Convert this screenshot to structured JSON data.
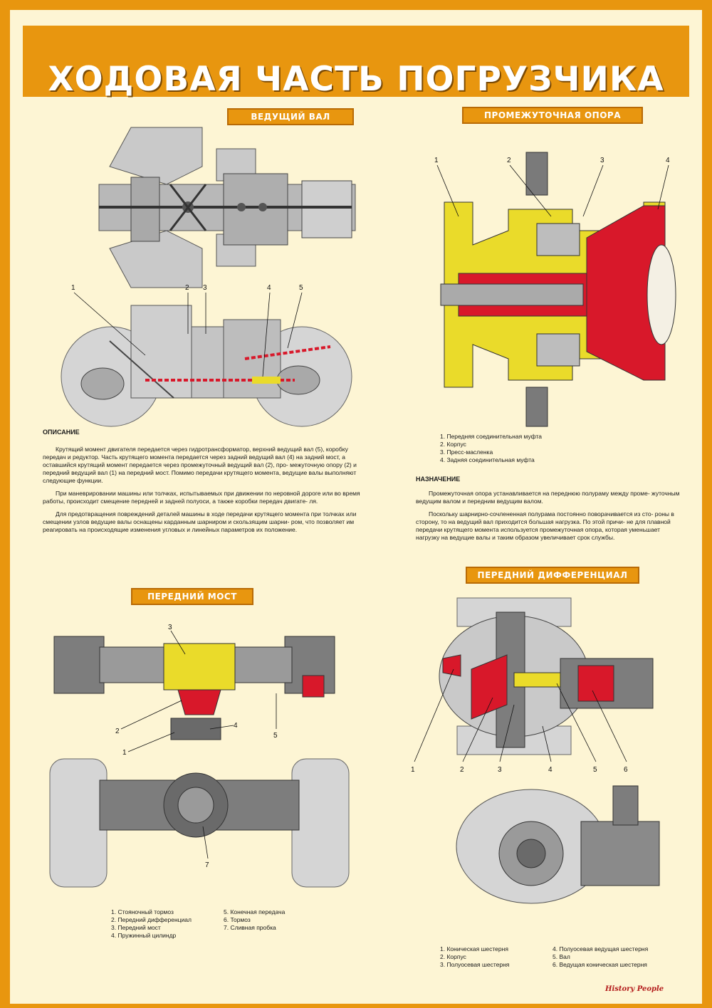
{
  "title": "ХОДОВАЯ ЧАСТЬ ПОГРУЗЧИКА",
  "sections": {
    "drive_shaft": {
      "label": "ВЕДУЩИЙ ВАЛ",
      "callouts": [
        "1",
        "2",
        "3",
        "4",
        "5"
      ]
    },
    "intermediate_support": {
      "label": "ПРОМЕЖУТОЧНАЯ ОПОРА",
      "callouts": [
        "1",
        "2",
        "3",
        "4"
      ],
      "legend": [
        "1. Передняя соединительная муфта",
        "2. Корпус",
        "3. Пресс-масленка",
        "4. Задняя соединительная муфта"
      ],
      "purpose_heading": "НАЗНАЧЕНИЕ",
      "purpose_paragraphs": [
        "Промежуточная опора устанавливается на переднюю полураму между проме- жуточным ведущим валом и передним ведущим валом.",
        "Поскольку шарнирно-сочлененная полурама постоянно поворачивается из сто- роны в сторону, то на ведущий вал приходится большая нагрузка. По этой причи- не для плавной передачи крутящего момента используется промежуточная опора, которая уменьшает нагрузку на ведущие валы и таким образом увеличивает срок службы."
      ]
    },
    "description": {
      "heading": "ОПИСАНИЕ",
      "paragraphs": [
        "Крутящий момент двигателя передается через гидротрансформатор, верхний ведущий вал (5), коробку передач и редуктор. Часть крутящего момента передается через задний ведущий вал (4) на задний мост, а оставшийся крутящий момент передается через промежуточный ведущий вал (2), про- межуточную опору (2) и передний ведущий вал (1) на передний мост. Помимо передачи крутящего момента, ведущие валы выполняют следующие функции.",
        "При маневрировании машины или толчках, испытываемых при движении по неровной дороге или во время работы, происходит смещение передней и задней полуоси, а также коробки передач двигате- ля.",
        "Для предотвращения повреждений деталей машины в ходе передачи крутящего момента при толчках или смещении узлов ведущие валы оснащены карданным шарниром и скользящим шарни- ром, что позволяет им реагировать на происходящие изменения угловых и линейных параметров их положение."
      ]
    },
    "front_axle": {
      "label": "ПЕРЕДНИЙ МОСТ",
      "callouts": [
        "1",
        "2",
        "3",
        "4",
        "5",
        "7"
      ],
      "legend_left": [
        "1. Стояночный тормоз",
        "2. Передний дифференциал",
        "3. Передний мост",
        "4. Пружинный цилиндр"
      ],
      "legend_right": [
        "5. Конечная передача",
        "6. Тормоз",
        "7. Сливная пробка"
      ]
    },
    "front_differential": {
      "label": "ПЕРЕДНИЙ ДИФФЕРЕНЦИАЛ",
      "callouts": [
        "1",
        "2",
        "3",
        "4",
        "5",
        "6"
      ],
      "legend_left": [
        "1. Коническая шестерня",
        "2. Корпус",
        "3. Полуосевая шестерня"
      ],
      "legend_right": [
        "4. Полуосевая ведущая шестерня",
        "5. Вал",
        "6. Ведущая коническая шестерня"
      ]
    }
  },
  "footer": {
    "brand": "History People"
  },
  "colors": {
    "frame": "#e8960f",
    "background": "#fdf5d4",
    "red": "#d8182a",
    "yellow": "#eadb2a",
    "metal": "#9a9a9a"
  }
}
